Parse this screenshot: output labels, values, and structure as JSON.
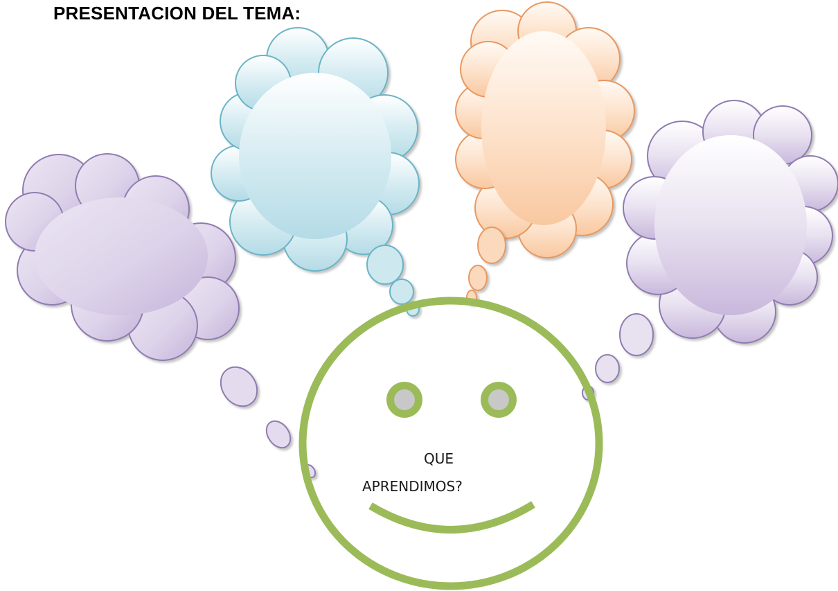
{
  "page": {
    "title": "PRESENTACION DEL TEMA:"
  },
  "face": {
    "line1": "QUE",
    "line2": "APRENDIMOS?",
    "ring_color": "#9bbb59",
    "eye_fill": "#c8c8c8"
  },
  "clouds": [
    {
      "id": "purple-left",
      "color": "#b9a8cf"
    },
    {
      "id": "blue",
      "color": "#92cddc"
    },
    {
      "id": "orange",
      "color": "#f6b98a"
    },
    {
      "id": "purple-right",
      "color": "#b9a8cf"
    }
  ]
}
